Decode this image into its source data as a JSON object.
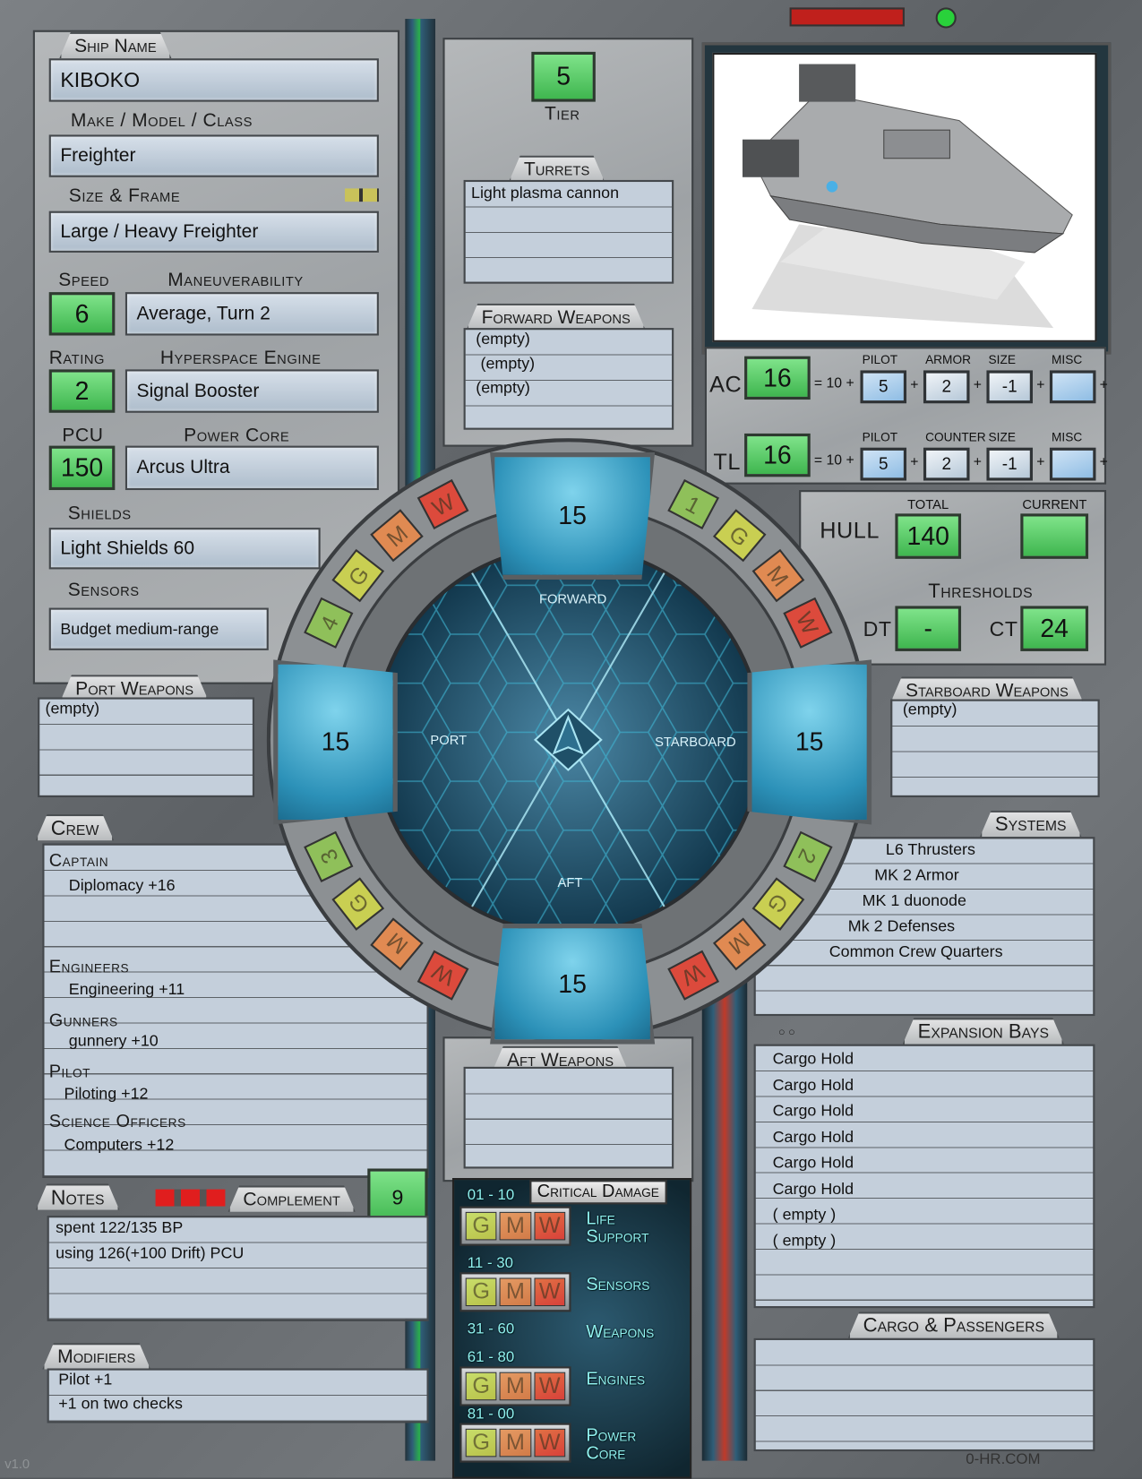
{
  "ship_name": {
    "label": "Ship Name",
    "value": "KIBOKO"
  },
  "make_model": {
    "label": "Make / Model / Class",
    "value": "Freighter"
  },
  "size_frame": {
    "label": "Size & Frame",
    "value": "Large / Heavy Freighter"
  },
  "speed": {
    "label": "Speed",
    "value": "6"
  },
  "maneuverability": {
    "label": "Maneuverability",
    "value": "Average, Turn 2"
  },
  "rating": {
    "label": "Rating",
    "value": "2"
  },
  "hyperspace": {
    "label": "Hyperspace Engine",
    "value": "Signal Booster"
  },
  "pcu": {
    "label": "PCU",
    "value": "150"
  },
  "power_core": {
    "label": "Power Core",
    "value": "Arcus Ultra"
  },
  "shields": {
    "label": "Shields",
    "value": "Light Shields 60"
  },
  "sensors": {
    "label": "Sensors",
    "value": "Budget medium-range"
  },
  "port_weapons": {
    "label": "Port Weapons",
    "items": [
      "(empty)"
    ]
  },
  "starboard_weapons": {
    "label": "Starboard Weapons",
    "items": [
      "(empty)"
    ]
  },
  "tier": {
    "label": "Tier",
    "value": "5"
  },
  "turrets": {
    "label": "Turrets",
    "items": [
      "Light plasma cannon"
    ]
  },
  "forward_weapons": {
    "label": "Forward Weapons",
    "items": [
      "(empty)",
      "(empty)",
      "(empty)"
    ]
  },
  "aft_weapons": {
    "label": "Aft Weapons",
    "items": []
  },
  "arcs": {
    "forward": {
      "label": "FORWARD",
      "shield": "15"
    },
    "aft": {
      "label": "AFT",
      "shield": "15"
    },
    "port": {
      "label": "PORT",
      "shield": "15"
    },
    "starboard": {
      "label": "STARBOARD",
      "shield": "15"
    }
  },
  "ring_markers": {
    "top_left": [
      "W",
      "M",
      "G",
      "4"
    ],
    "top_right": [
      "1",
      "G",
      "M",
      "W"
    ],
    "bottom_right": [
      "2",
      "G",
      "M",
      "W"
    ],
    "bottom_left": [
      "W",
      "M",
      "G",
      "3"
    ]
  },
  "ac": {
    "label": "AC",
    "value": "16",
    "base": "= 10 +",
    "parts": [
      {
        "label": "PILOT",
        "value": "5"
      },
      {
        "label": "ARMOR",
        "value": "2"
      },
      {
        "label": "SIZE",
        "value": "-1"
      },
      {
        "label": "MISC",
        "value": ""
      }
    ]
  },
  "tl": {
    "label": "TL",
    "value": "16",
    "base": "= 10 +",
    "parts": [
      {
        "label": "PILOT",
        "value": "5"
      },
      {
        "label": "COUNTER",
        "value": "2"
      },
      {
        "label": "SIZE",
        "value": "-1"
      },
      {
        "label": "MISC",
        "value": ""
      }
    ]
  },
  "plus": "+",
  "hull": {
    "label": "HULL",
    "total_label": "TOTAL",
    "total": "140",
    "current_label": "CURRENT",
    "current": ""
  },
  "thresholds": {
    "label": "Thresholds",
    "dt_label": "DT",
    "dt": "-",
    "ct_label": "CT",
    "ct": "24"
  },
  "crew": {
    "label": "Crew",
    "roles": [
      {
        "role": "Captain",
        "skills": [
          "Diplomacy +16"
        ]
      },
      {
        "role": "Engineers",
        "skills": [
          "Engineering +11"
        ]
      },
      {
        "role": "Gunners",
        "skills": [
          "gunnery   +10"
        ]
      },
      {
        "role": "Pilot",
        "skills": [
          "Piloting +12"
        ]
      },
      {
        "role": "Science Officers",
        "skills": [
          "Computers +12"
        ]
      }
    ]
  },
  "notes": {
    "label": "Notes",
    "items": [
      "spent 122/135 BP",
      "using 126(+100 Drift) PCU"
    ]
  },
  "complement": {
    "label": "Complement",
    "value": "9"
  },
  "modifiers": {
    "label": "Modifiers",
    "items": [
      "Pilot +1",
      "+1 on two checks"
    ]
  },
  "systems": {
    "label": "Systems",
    "items": [
      "L6 Thrusters",
      "MK 2 Armor",
      "MK 1 duonode",
      "Mk 2 Defenses",
      "Common Crew Quarters"
    ]
  },
  "expansion_bays": {
    "label": "Expansion Bays",
    "items": [
      "Cargo Hold",
      "Cargo Hold",
      "Cargo Hold",
      "Cargo Hold",
      "Cargo Hold",
      "Cargo Hold",
      "( empty )",
      "( empty )"
    ]
  },
  "cargo": {
    "label": "Cargo & Passengers",
    "items": []
  },
  "critical_damage": {
    "label": "Critical Damage",
    "systems": [
      {
        "range": "01 - 10",
        "name": "Life Support",
        "boxes": [
          "G",
          "M",
          "W"
        ]
      },
      {
        "range": "11 - 30",
        "name": "Sensors",
        "boxes": [
          "G",
          "M",
          "W"
        ]
      },
      {
        "range": "31 - 60",
        "name": "Weapons",
        "boxes": []
      },
      {
        "range": "61 - 80",
        "name": "Engines",
        "boxes": [
          "G",
          "M",
          "W"
        ]
      },
      {
        "range": "81 - 00",
        "name": "Power Core",
        "boxes": [
          "G",
          "M",
          "W"
        ]
      }
    ]
  },
  "footer": {
    "site": "0-HR.COM",
    "version": "v1.0"
  },
  "colors": {
    "green": "#4cc35a",
    "accent": "#8ff0ee",
    "gloss": "#d8413a"
  }
}
